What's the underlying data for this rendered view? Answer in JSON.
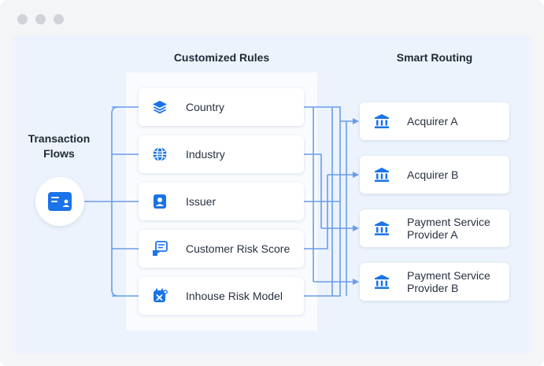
{
  "headings": {
    "rules": "Customized Rules",
    "routing": "Smart Routing",
    "flows": "Transaction Flows"
  },
  "rules": [
    {
      "label": "Country",
      "icon": "layers-icon"
    },
    {
      "label": "Industry",
      "icon": "globe-icon"
    },
    {
      "label": "Issuer",
      "icon": "id-badge-icon"
    },
    {
      "label": "Customer Risk Score",
      "icon": "score-card-icon"
    },
    {
      "label": "Inhouse Risk Model",
      "icon": "calendar-model-icon"
    }
  ],
  "routes": [
    {
      "label": "Acquirer A",
      "icon": "bank-icon"
    },
    {
      "label": "Acquirer B",
      "icon": "bank-icon"
    },
    {
      "label": "Payment Service Provider A",
      "icon": "bank-icon"
    },
    {
      "label": "Payment Service Provider B",
      "icon": "bank-icon"
    }
  ],
  "colors": {
    "accent": "#1a73e8",
    "connector": "#6b9de8",
    "canvas": "#ecf3fc"
  }
}
